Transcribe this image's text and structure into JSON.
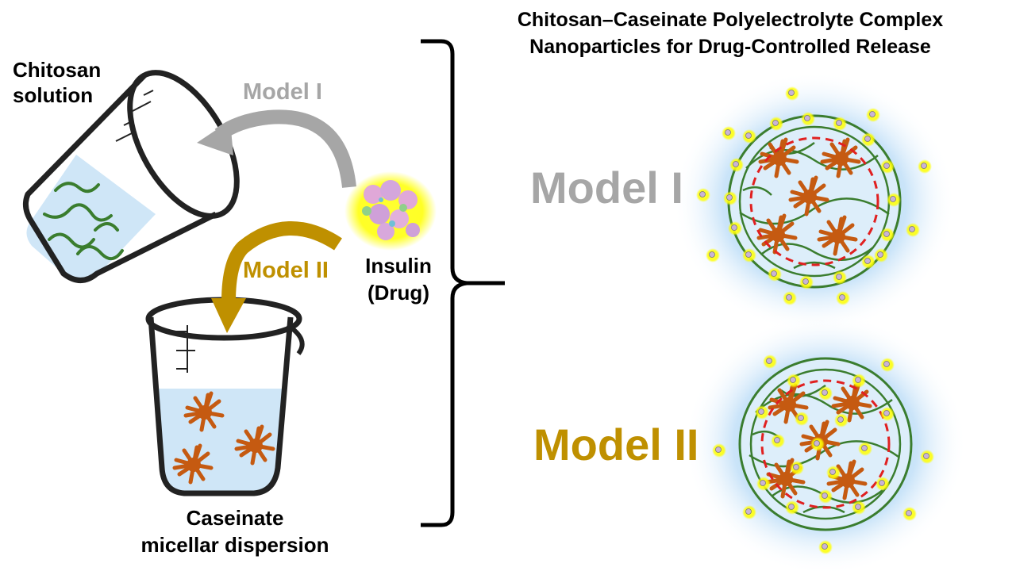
{
  "title": {
    "line1": "Chitosan–Caseinate Polyelectrolyte Complex",
    "line2": "Nanoparticles for Drug-Controlled Release"
  },
  "labels": {
    "chitosan_line1": "Chitosan",
    "chitosan_line2": "solution",
    "caseinate_line1": "Caseinate",
    "caseinate_line2": "micellar dispersion",
    "insulin_line1": "Insulin",
    "insulin_line2": "(Drug)",
    "arrow_model1": "Model I",
    "arrow_model2": "Model II",
    "big_model1": "Model I",
    "big_model2": "Model II"
  },
  "colors": {
    "model1": "#a6a6a6",
    "model2": "#bf9000",
    "chitosan_strand": "#3a7d2e",
    "casein_micelle": "#c55a11",
    "insulin_glow": "#ffff00",
    "liquid": "#cfe6f7",
    "boundary_dash": "#e02020"
  },
  "icons": {
    "chitosan_beaker": "tilted-beaker-icon",
    "caseinate_beaker": "beaker-icon",
    "insulin": "protein-molecule-icon",
    "bracket": "curly-brace-icon",
    "nanoparticle": "nanoparticle-icon"
  }
}
